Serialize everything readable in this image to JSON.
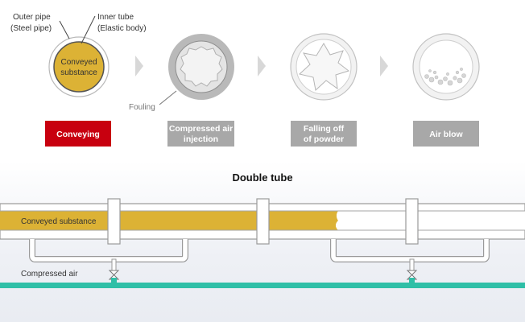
{
  "labels": {
    "outer_pipe_line1": "Outer pipe",
    "outer_pipe_line2": "(Steel pipe)",
    "inner_tube_line1": "Inner tube",
    "inner_tube_line2": "(Elastic body)",
    "conveyed_line1": "Conveyed",
    "conveyed_line2": "substance",
    "fouling": "Fouling"
  },
  "steps": [
    {
      "line1": "Conveying",
      "line2": "",
      "color": "#c8000f"
    },
    {
      "line1": "Compressed air",
      "line2": "injection",
      "color": "#a8a8a8"
    },
    {
      "line1": "Falling off",
      "line2": "of powder",
      "color": "#a8a8a8"
    },
    {
      "line1": "Air blow",
      "line2": "",
      "color": "#a8a8a8"
    }
  ],
  "diagram": {
    "title": "Double tube",
    "conveyed_label": "Conveyed substance",
    "air_label": "Compressed air"
  },
  "colors": {
    "substance": "#dcb235",
    "air_line": "#2fbfa7",
    "pipe_stroke": "#9a9a9a",
    "accent_red": "#c8000f"
  }
}
